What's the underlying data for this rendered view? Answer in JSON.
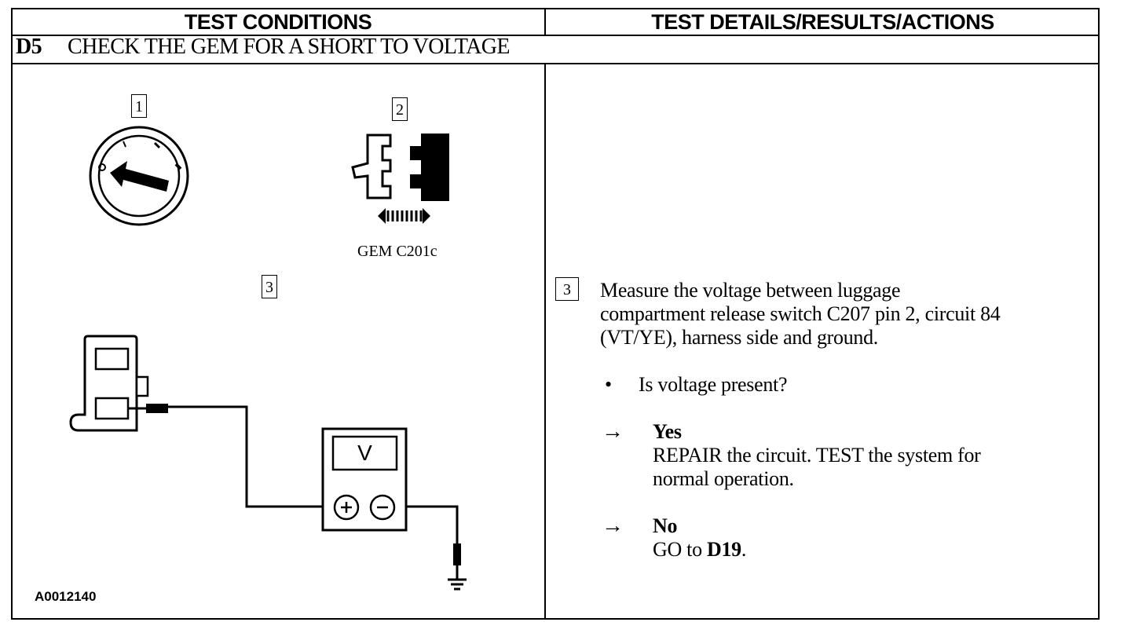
{
  "header": {
    "left": "TEST CONDITIONS",
    "right": "TEST DETAILS/RESULTS/ACTIONS"
  },
  "step": {
    "code": "D5",
    "title": "CHECK THE GEM FOR A SHORT TO VOLTAGE"
  },
  "figure": {
    "labels": [
      "1",
      "2",
      "3"
    ],
    "connector_caption": "GEM C201c",
    "meter_symbol": "V",
    "figure_id": "A0012140",
    "icons": [
      "ignition-switch-icon",
      "connector-disconnect-icon",
      "switch-connector-icon",
      "voltmeter-icon",
      "ground-icon"
    ]
  },
  "details": {
    "step_label": "3",
    "instruction": "Measure the voltage between luggage compartment release switch C207 pin 2, circuit 84 (VT/YE), harness side and ground.",
    "instruction_lines": [
      "Measure the voltage between luggage",
      "compartment release switch C207 pin 2, circuit 84",
      "(VT/YE), harness side and ground."
    ],
    "bullet": "•",
    "question": "Is voltage present?",
    "arrow": "→",
    "yes": {
      "label": "Yes",
      "action_lines": [
        "REPAIR the circuit. TEST the system for",
        "normal operation."
      ]
    },
    "no": {
      "label": "No",
      "action_prefix": "GO to ",
      "action_target": "D19",
      "action_suffix": "."
    }
  }
}
